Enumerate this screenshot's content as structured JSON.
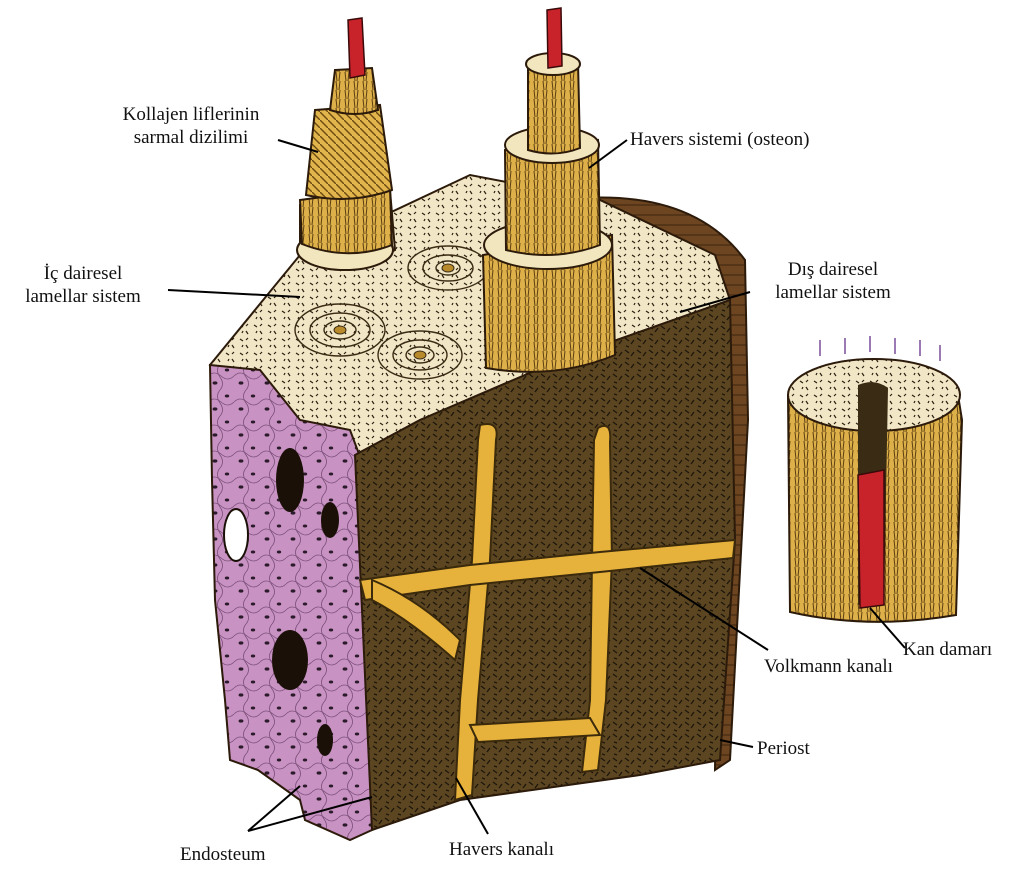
{
  "labels": {
    "kollajen_line1": "Kollajen liflerinin",
    "kollajen_line2": "sarmal dizilimi",
    "havers_sistemi": "Havers sistemi (osteon)",
    "ic_line1": "İç dairesel",
    "ic_line2": "lamellar sistem",
    "dis_line1": "Dış dairesel",
    "dis_line2": "lamellar sistem",
    "kan_damari": "Kan damarı",
    "volkmann": "Volkmann kanalı",
    "periost": "Periost",
    "endosteum": "Endosteum",
    "havers_kanali": "Havers kanalı"
  },
  "colors": {
    "bone_light": "#f3e9c9",
    "bone_dark": "#5a4420",
    "canal_yellow": "#e7b23c",
    "endosteum_purple": "#c68fbf",
    "vessel_red": "#c8232a",
    "periosteum_brown": "#6b4523"
  }
}
